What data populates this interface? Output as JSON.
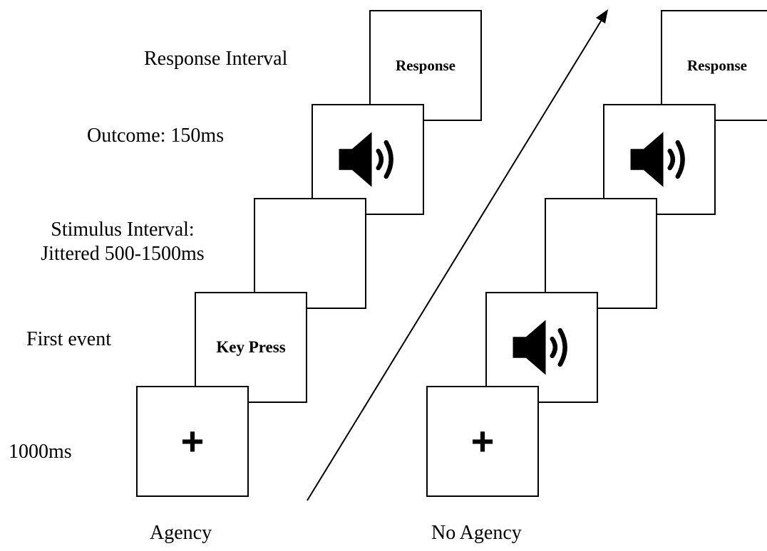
{
  "labels": {
    "response_interval": "Response Interval",
    "outcome": "Outcome: 150ms",
    "stimulus_interval_line1": "Stimulus Interval:",
    "stimulus_interval_line2": "Jittered 500-1500ms",
    "first_event": "First event",
    "fixation_duration": "1000ms"
  },
  "conditions": {
    "agency": "Agency",
    "no_agency": "No Agency"
  },
  "frames": {
    "fixation_symbol": "+",
    "key_press": "Key Press",
    "response": "Response",
    "outcome_icon": "speaker-icon"
  },
  "colors": {
    "line": "#000000",
    "background": "#ffffff"
  }
}
